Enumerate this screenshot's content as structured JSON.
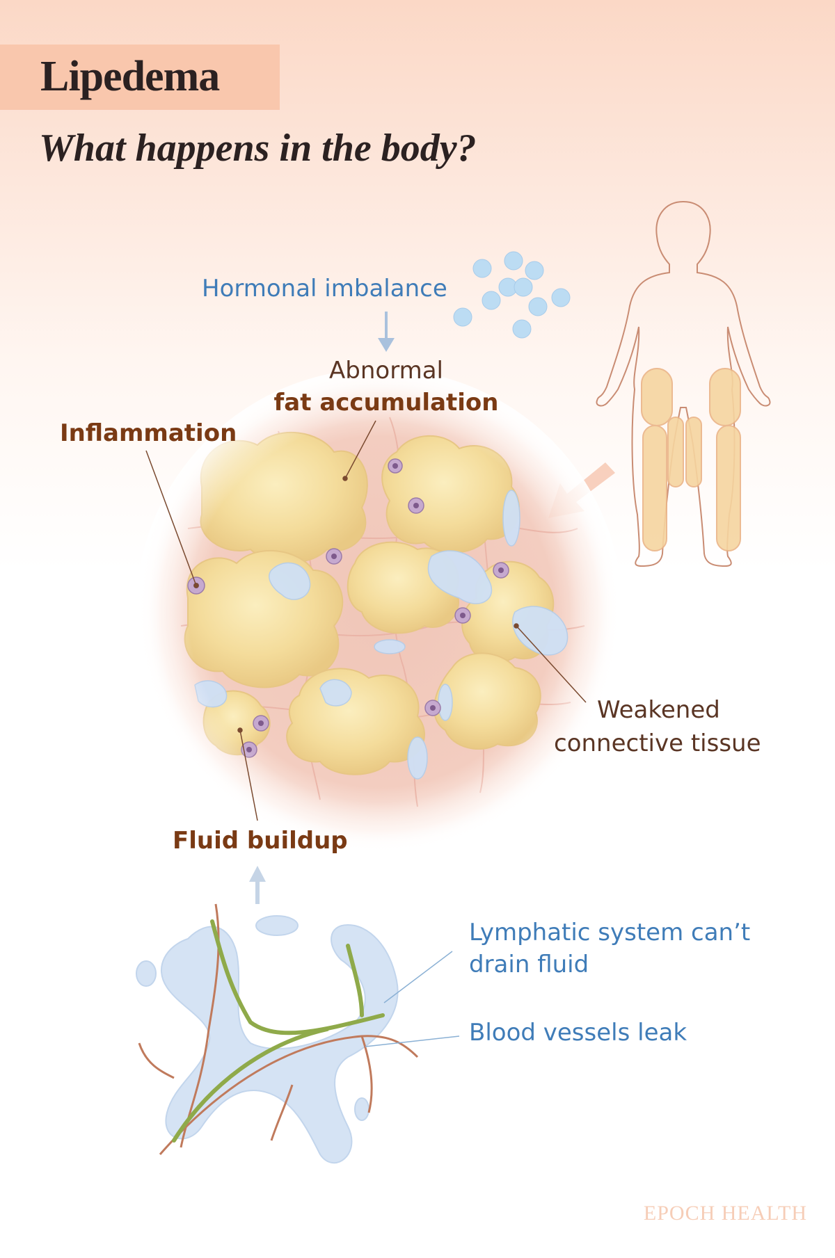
{
  "header": {
    "title": "Lipedema",
    "subtitle": "What happens in the body?"
  },
  "labels": {
    "hormonal": "Hormonal imbalance",
    "abnormal_line1": "Abnormal",
    "abnormal_line2": "fat accumulation",
    "inflammation": "Inflammation",
    "weakened_line1": "Weakened",
    "weakened_line2": "connective tissue",
    "fluid": "Fluid buildup",
    "lymphatic_line1": "Lymphatic system can’t",
    "lymphatic_line2": "drain fluid",
    "blood": "Blood vessels leak"
  },
  "brand": "EPOCH HEALTH",
  "colors": {
    "blue_label": "#3f7cb8",
    "brown_label": "#7a3a14",
    "fat": "#f4dc9b",
    "tissue": "#f3c9bd",
    "fluid": "#cfe0f5",
    "cell": "#b89bc3",
    "lymph": "#8faa4a",
    "vessel": "#c07a5c",
    "body_outline": "#c98c73"
  }
}
